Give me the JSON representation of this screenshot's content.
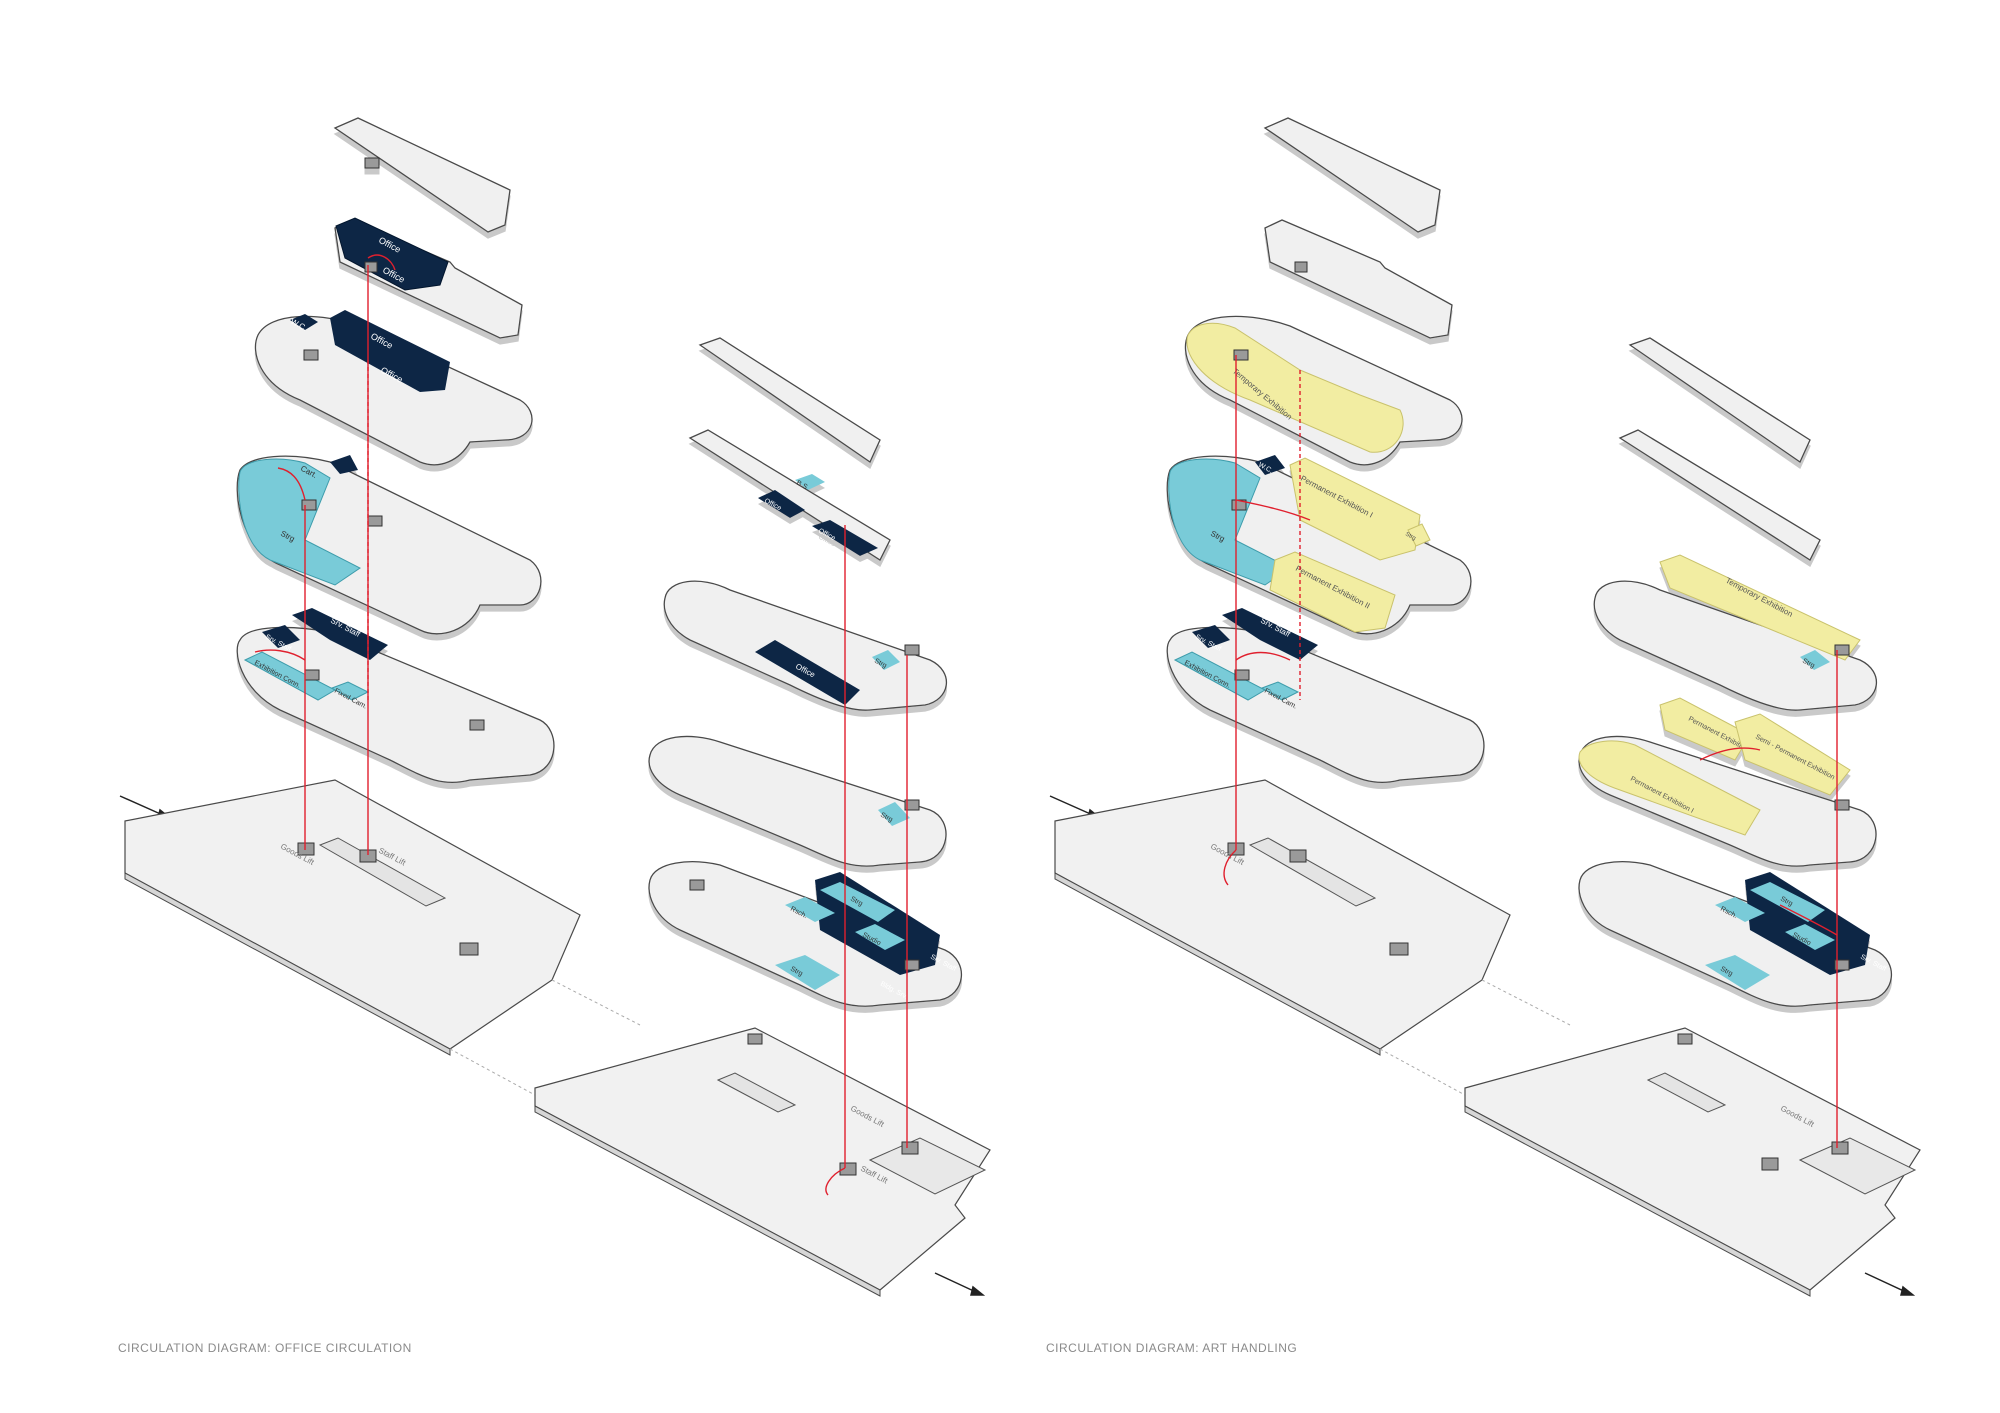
{
  "captions": {
    "office": "CIRCULATION DIAGRAM: OFFICE CIRCULATION",
    "art": "CIRCULATION DIAGRAM: ART HANDLING"
  },
  "colors": {
    "background": "#ffffff",
    "floor_fill": "#efefef",
    "floor_stroke": "#4a4a4a",
    "core_grey": "#9a9a9a",
    "office_navy": "#0b2545",
    "service_cyan": "#79cbd8",
    "exhibition_yellow": "#f2eda2",
    "circulation_red": "#e0202e"
  },
  "left_diagram": {
    "tower_a": {
      "level5": [
        "Office",
        "Office"
      ],
      "level4": [
        "W.C.",
        "Office",
        "Office"
      ],
      "level3": [
        "Cart.",
        "Strg"
      ],
      "level2": [
        "Srv. Staff",
        "Srv. Staff",
        "Exhibition Conn.",
        "Fixed Cam."
      ]
    },
    "tower_b": {
      "level5": [
        "B.S.",
        "Office",
        "Office"
      ],
      "level4": [
        "Office",
        "Strg"
      ],
      "level3": [
        "Strg"
      ],
      "level1": [
        "Strg",
        "Rsch.",
        "Studio",
        "Srv. Staff",
        "Strg",
        "Bldg. Srv."
      ]
    },
    "ground": [
      "Goods Lift",
      "Staff Lift",
      "Goods Lift",
      "Staff Lift"
    ]
  },
  "right_diagram": {
    "tower_a": {
      "level4": [
        "Temporary Exhibition"
      ],
      "level3": [
        "Strg",
        "W.C.",
        "Permanent Exhibition I",
        "Strg",
        "Permanent Exhibition II"
      ],
      "level2": [
        "Srv. Staff",
        "Srv. Staff",
        "Exhibition Conn.",
        "Fixed Cam."
      ]
    },
    "tower_b": {
      "level4": [
        "Temporary Exhibition",
        "Strg"
      ],
      "level3": [
        "Permanent Exhibition II",
        "Semi - Permanent Exhibition",
        "Permanent Exhibition I"
      ],
      "level1": [
        "Strg",
        "Rsch.",
        "Studio",
        "Srv. Staff",
        "Strg"
      ]
    },
    "ground": [
      "Goods Lift",
      "Goods Lift"
    ]
  }
}
